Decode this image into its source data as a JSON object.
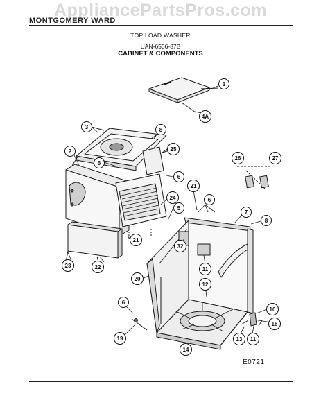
{
  "header": {
    "watermark": "AppliancePartsPros.com",
    "brand": "MONTGOMERY WARD",
    "subtitle": "TOP LOAD WASHER",
    "model": "UAN-6506-87B",
    "section": "CABINET & COMPONENTS"
  },
  "figure_code": "E0721",
  "callouts": [
    {
      "id": "c1",
      "label": "1"
    },
    {
      "id": "c4A",
      "label": "4A"
    },
    {
      "id": "c3",
      "label": "3"
    },
    {
      "id": "c8a",
      "label": "8"
    },
    {
      "id": "c2",
      "label": "2"
    },
    {
      "id": "c25",
      "label": "25"
    },
    {
      "id": "c6a",
      "label": "6"
    },
    {
      "id": "c6b",
      "label": "6"
    },
    {
      "id": "c26",
      "label": "26"
    },
    {
      "id": "c27",
      "label": "27"
    },
    {
      "id": "c21a",
      "label": "21"
    },
    {
      "id": "c6c",
      "label": "6"
    },
    {
      "id": "c24",
      "label": "24"
    },
    {
      "id": "c5",
      "label": "5"
    },
    {
      "id": "c7",
      "label": "7"
    },
    {
      "id": "c8b",
      "label": "8"
    },
    {
      "id": "c21b",
      "label": "21"
    },
    {
      "id": "c32",
      "label": "32"
    },
    {
      "id": "c11a",
      "label": "11"
    },
    {
      "id": "c23",
      "label": "23"
    },
    {
      "id": "c22",
      "label": "22"
    },
    {
      "id": "c20",
      "label": "20"
    },
    {
      "id": "c12",
      "label": "12"
    },
    {
      "id": "c6d",
      "label": "6"
    },
    {
      "id": "c10",
      "label": "10"
    },
    {
      "id": "c16",
      "label": "16"
    },
    {
      "id": "c19",
      "label": "19"
    },
    {
      "id": "c13",
      "label": "13"
    },
    {
      "id": "c11b",
      "label": "11"
    },
    {
      "id": "c14",
      "label": "14"
    }
  ]
}
